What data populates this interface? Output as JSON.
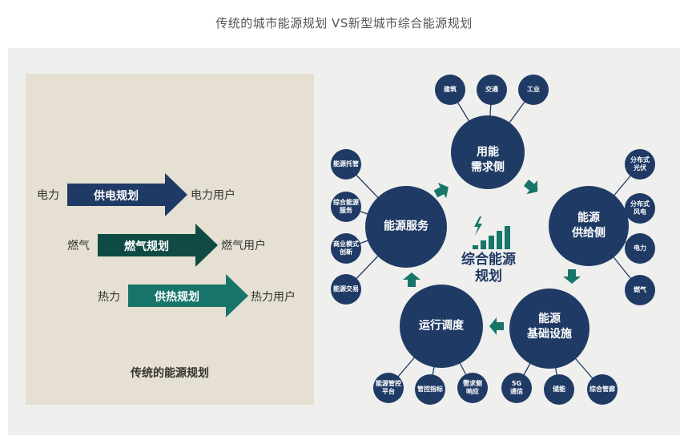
{
  "title": "传统的城市能源规划 VS新型城市综合能源规划",
  "traditional": {
    "caption": "传统的能源规划",
    "flows": [
      {
        "source": "电力",
        "process": "供电规划",
        "target": "电力用户",
        "color": "#1f3a64"
      },
      {
        "source": "燃气",
        "process": "燃气规划",
        "target": "燃气用户",
        "color": "#0f4a45"
      },
      {
        "source": "热力",
        "process": "供热规划",
        "target": "热力用户",
        "color": "#17756a"
      }
    ]
  },
  "integrated": {
    "center": {
      "line1": "综合能源",
      "line2": "规划"
    },
    "colors": {
      "node": "#1f3a64",
      "arrow": "#17756a",
      "signal_bars": "#17756a",
      "lightning": "#17756a"
    },
    "hubs": {
      "demand": {
        "line1": "用能",
        "line2": "需求侧",
        "children": [
          [
            "建筑"
          ],
          [
            "交通"
          ],
          [
            "工业"
          ]
        ]
      },
      "supply": {
        "line1": "能源",
        "line2": "供给侧",
        "children": [
          [
            "分布式",
            "光伏"
          ],
          [
            "分布式",
            "风电"
          ],
          [
            "电力"
          ],
          [
            "燃气"
          ]
        ]
      },
      "infra": {
        "line1": "能源",
        "line2": "基础设施",
        "children": [
          [
            "5G",
            "通信"
          ],
          [
            "储能"
          ],
          [
            "综合管廊"
          ]
        ]
      },
      "dispatch": {
        "line1": "运行调度",
        "children": [
          [
            "能源管控",
            "平台"
          ],
          [
            "管控指标"
          ],
          [
            "需求侧",
            "响应"
          ]
        ]
      },
      "service": {
        "line1": "能源服务",
        "children": [
          [
            "能源托管"
          ],
          [
            "综合能源",
            "服务"
          ],
          [
            "商业模式",
            "创新"
          ],
          [
            "能源交易"
          ]
        ]
      }
    }
  }
}
